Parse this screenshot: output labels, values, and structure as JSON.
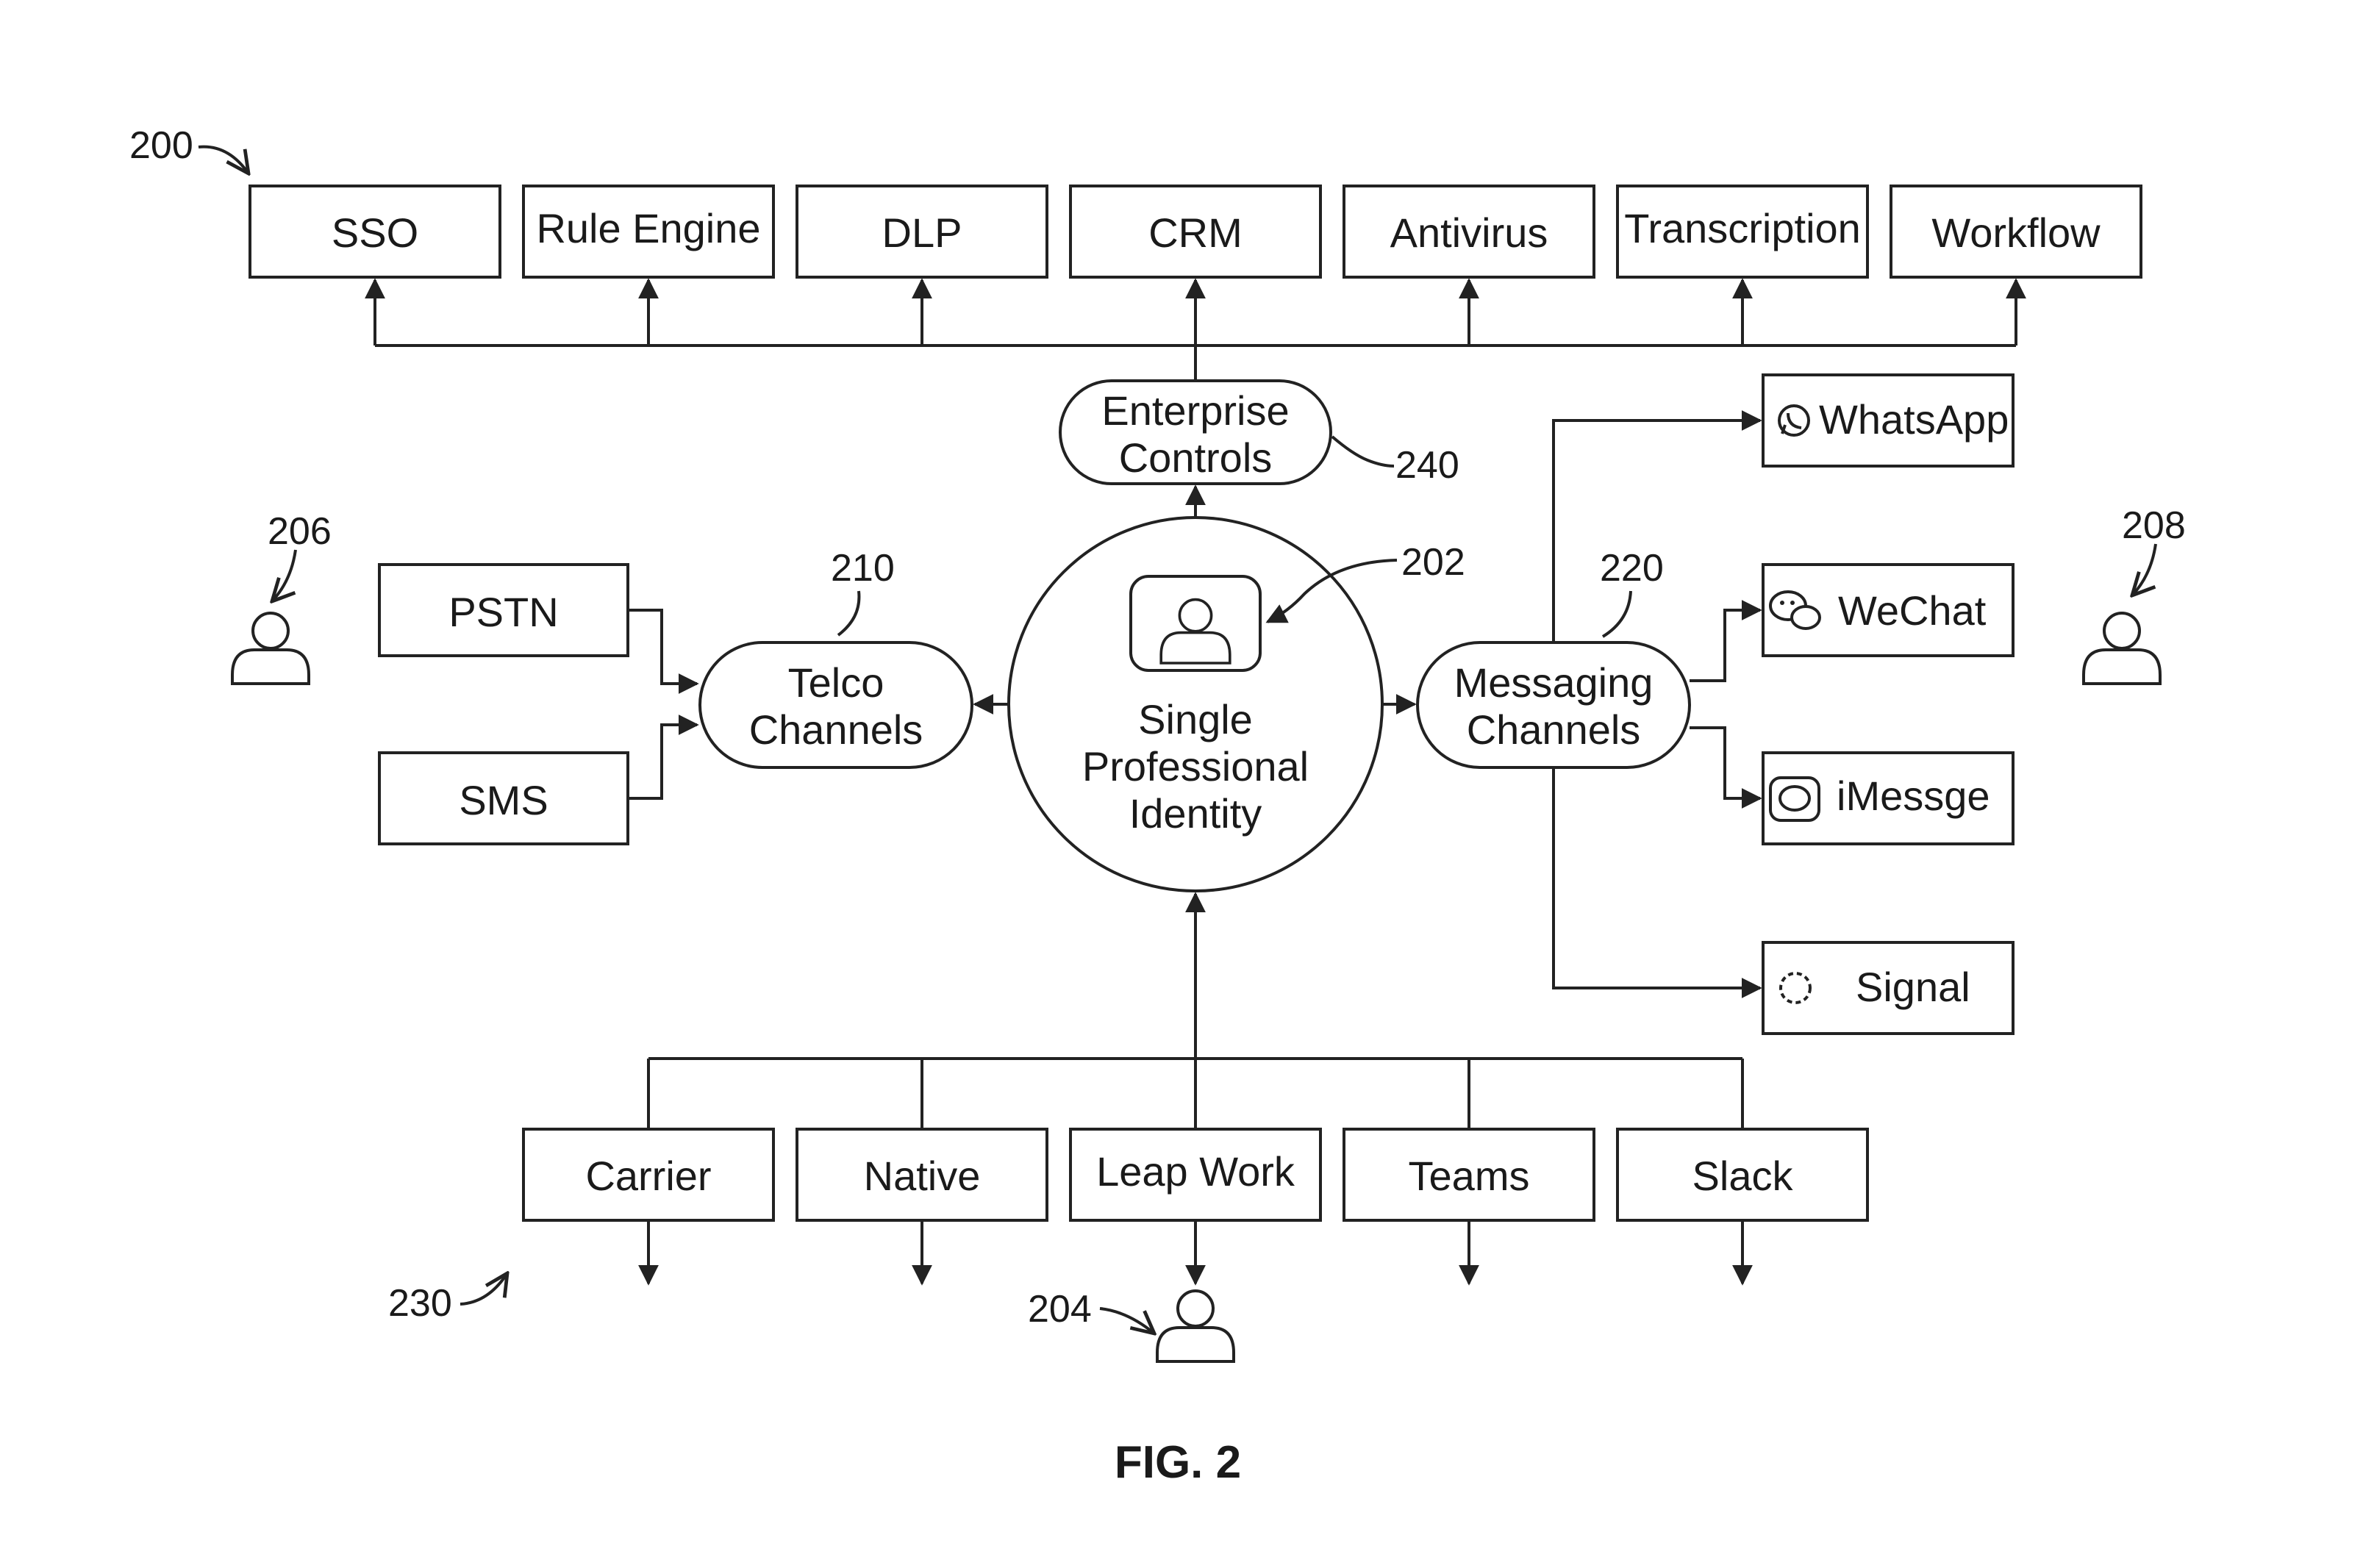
{
  "figure_ref": "200",
  "figure_caption": "FIG. 2",
  "enterprise_tools": [
    "SSO",
    "Rule Engine",
    "DLP",
    "CRM",
    "Antivirus",
    "Transcription",
    "Workflow"
  ],
  "enterprise_controls": {
    "line1": "Enterprise",
    "line2": "Controls",
    "ref": "240"
  },
  "identity": {
    "line1": "Single",
    "line2": "Professional",
    "line3": "Identity",
    "ref": "202"
  },
  "telco": {
    "line1": "Telco",
    "line2": "Channels",
    "ref": "210",
    "inputs": [
      "PSTN",
      "SMS"
    ]
  },
  "messaging": {
    "line1": "Messaging",
    "line2": "Channels",
    "ref": "220",
    "apps": [
      {
        "name": "WhatsApp",
        "icon": "whatsapp-icon"
      },
      {
        "name": "WeChat",
        "icon": "wechat-icon"
      },
      {
        "name": "iMessge",
        "icon": "imessage-icon"
      },
      {
        "name": "Signal",
        "icon": "signal-icon"
      }
    ]
  },
  "platforms": {
    "ref": "230",
    "items": [
      "Carrier",
      "Native",
      "Leap Work",
      "Teams",
      "Slack"
    ]
  },
  "users": {
    "left_ref": "206",
    "right_ref": "208",
    "bottom_ref": "204"
  }
}
